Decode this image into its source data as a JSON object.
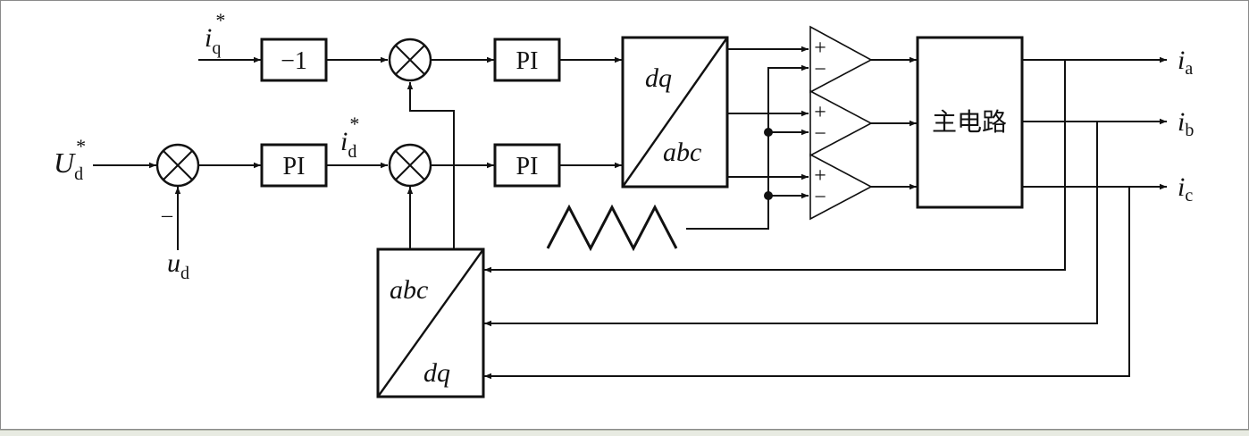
{
  "inputs": {
    "iq_ref": {
      "sym": "i",
      "sub": "q",
      "sup": "*"
    },
    "Ud_ref": {
      "sym": "U",
      "sub": "d",
      "sup": "*"
    },
    "id_ref": {
      "sym": "i",
      "sub": "d",
      "sup": "*"
    },
    "ud": {
      "sym": "u",
      "sub": "d"
    },
    "minus_sign": "–"
  },
  "blocks": {
    "gain": "−1",
    "pi_voltage": "PI",
    "pi_q": "PI",
    "pi_d": "PI",
    "dq_abc": {
      "top": "dq",
      "bottom": "abc"
    },
    "abc_dq": {
      "top": "abc",
      "bottom": "dq"
    },
    "main_circuit": "主电路"
  },
  "comparators": {
    "plus": "+",
    "minus": "−"
  },
  "outputs": [
    {
      "sym": "i",
      "sub": "a"
    },
    {
      "sym": "i",
      "sub": "b"
    },
    {
      "sym": "i",
      "sub": "c"
    }
  ]
}
